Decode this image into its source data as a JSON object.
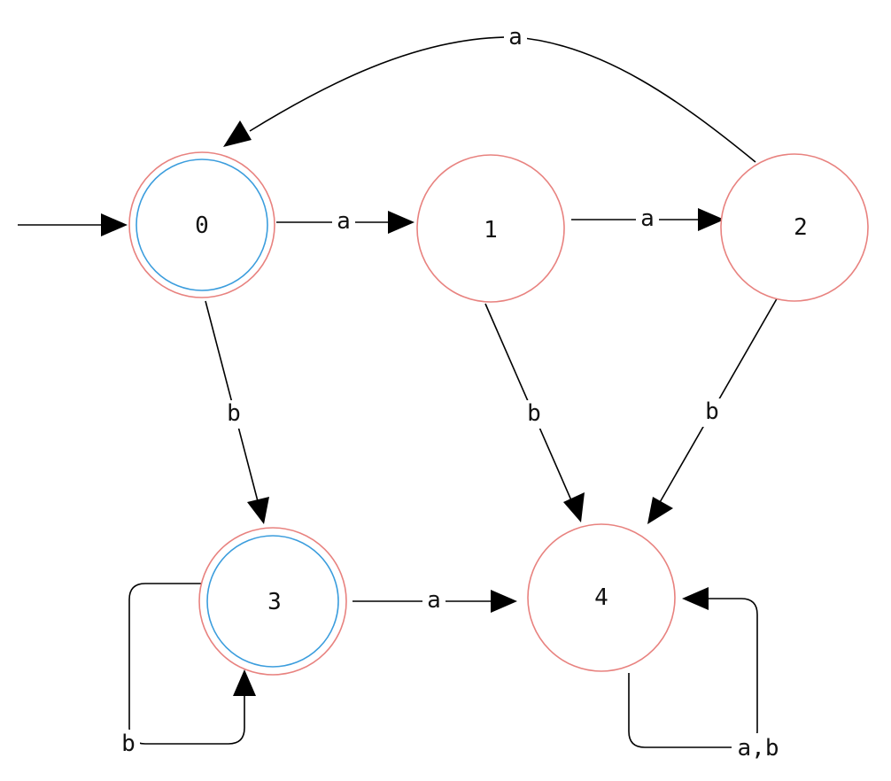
{
  "colors": {
    "state_border": "#e8827f",
    "accepting_ring": "#3b9ddd",
    "edge": "#000000",
    "background": "#ffffff"
  },
  "states": [
    {
      "id": "0",
      "label": "0",
      "start": true,
      "accepting": true
    },
    {
      "id": "1",
      "label": "1",
      "start": false,
      "accepting": false
    },
    {
      "id": "2",
      "label": "2",
      "start": false,
      "accepting": false
    },
    {
      "id": "3",
      "label": "3",
      "start": false,
      "accepting": true
    },
    {
      "id": "4",
      "label": "4",
      "start": false,
      "accepting": false
    }
  ],
  "transitions": [
    {
      "id": "t-0-1",
      "from": "0",
      "to": "1",
      "label": "a"
    },
    {
      "id": "t-1-2",
      "from": "1",
      "to": "2",
      "label": "a"
    },
    {
      "id": "t-2-0",
      "from": "2",
      "to": "0",
      "label": "a"
    },
    {
      "id": "t-0-3",
      "from": "0",
      "to": "3",
      "label": "b"
    },
    {
      "id": "t-1-4",
      "from": "1",
      "to": "4",
      "label": "b"
    },
    {
      "id": "t-2-4",
      "from": "2",
      "to": "4",
      "label": "b"
    },
    {
      "id": "t-3-4",
      "from": "3",
      "to": "4",
      "label": "a"
    },
    {
      "id": "t-3-3",
      "from": "3",
      "to": "3",
      "label": "b"
    },
    {
      "id": "t-4-4",
      "from": "4",
      "to": "4",
      "label": "a,b"
    }
  ]
}
